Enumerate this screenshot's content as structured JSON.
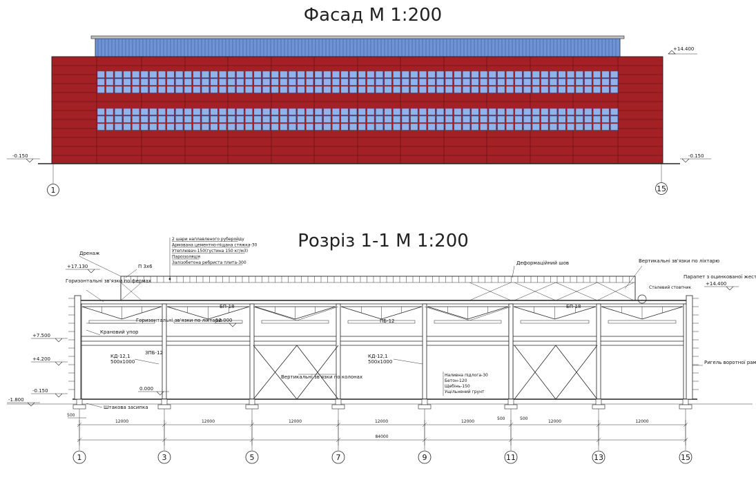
{
  "facade": {
    "title": "Фасад М 1:200",
    "level_top": "+14.400",
    "level_left": "-0.150",
    "level_right": "-0.150",
    "axis_left": "1",
    "axis_right": "15",
    "wall_color": "#a32025",
    "glazing_color": "#8fb3ea",
    "roof_strip_color": "#6f93d6"
  },
  "section": {
    "title": "Розріз 1-1 М 1:200",
    "roof_layers": [
      "2 шари наплавленого руберойду",
      "Армована цементно-піщана стяжка-30",
      "Утеплювач-150(густина 150 кг/м3)",
      "Пароізоляція",
      "Залізобетона ребриста плита-300"
    ],
    "floor_layers": [
      "Наливна підлога-30",
      "Бетон-120",
      "Щебінь-150",
      "Ущільнений грунт"
    ],
    "labels": {
      "drainage": "Дренаж",
      "p3x6": "П 3х6",
      "deform_seam": "Деформаційний шов",
      "vert_ties_lantern": "Вертикальні зв'язки по ліхтарю",
      "parapet": "Парапет з оцинкованої жесті",
      "horiz_ties_truss": "Горизонтальні зв'язки по фермах",
      "horiz_ties_lantern": "Горизонтальні зв'язки по ліхтарю",
      "crane_stop": "Крановий упор",
      "steel_column": "Сталевий стовпчик",
      "bp18_a": "БП-18",
      "bp18_b": "БП-18",
      "pb12": "ПБ-12",
      "zpb12": "ЗПБ-12",
      "kd_a": "КД-12,1",
      "kd_a2": "500х1000",
      "kd_b": "КД-12,1",
      "kd_b2": "500х1000",
      "vert_ties_columns": "Вертикальні зв'язки по колонах",
      "gate_frame": "Ригель воротної рами",
      "strip_foundation": "Штакова засипка",
      "lvl_0": "0.000",
      "lvl_12": "12.000",
      "lvl_17130": "+17.130",
      "lvl_14400": "+14.400",
      "lvl_7500": "+7.500",
      "lvl_4200": "+4.200",
      "lvl_m0150": "-0.150",
      "lvl_m1800": "-1.800",
      "edge_500_l": "500",
      "edge_500_m1": "500",
      "edge_500_m2": "500"
    },
    "spans": [
      "12000",
      "12000",
      "12000",
      "12000",
      "12000",
      "12000",
      "12000"
    ],
    "total": "84000",
    "axes": [
      "1",
      "3",
      "5",
      "7",
      "9",
      "11",
      "13",
      "15"
    ]
  }
}
